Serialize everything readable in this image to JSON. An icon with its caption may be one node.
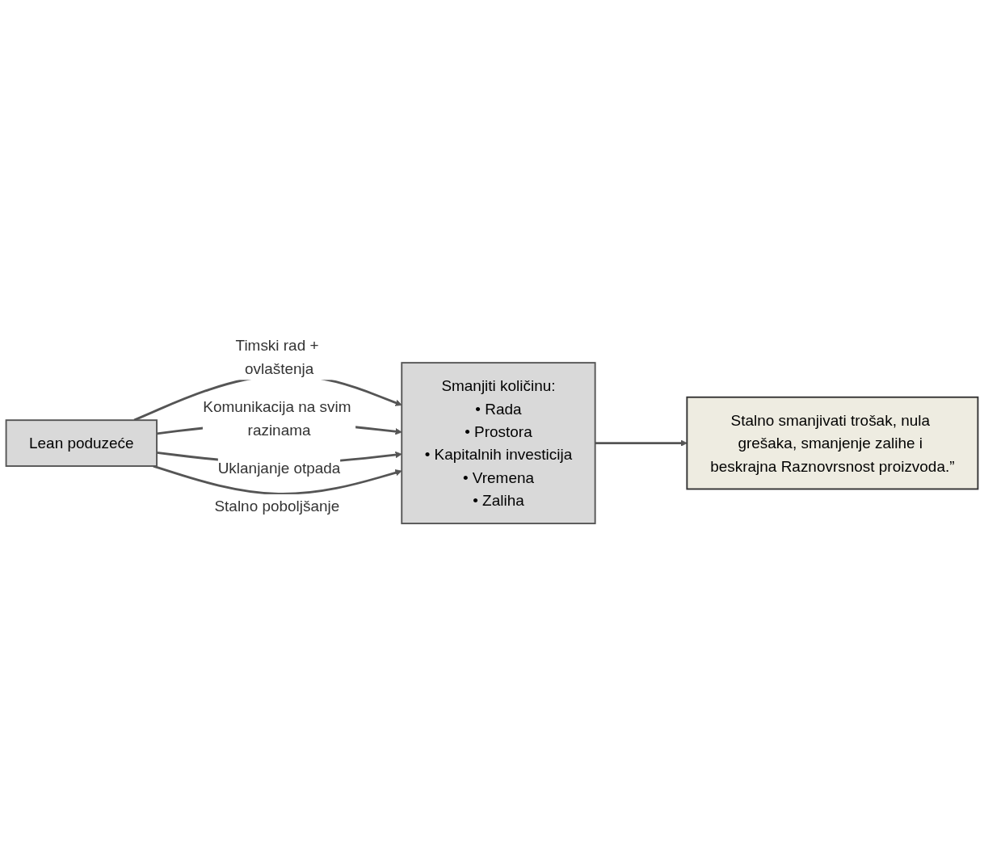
{
  "diagram": {
    "nodes": [
      {
        "text": [
          "Lean poduzeće"
        ]
      },
      {
        "text": [
          "Smanjiti količinu:",
          "• Rada",
          "• Prostora",
          "• Kapitalnih investicija",
          "• Vremena",
          "• Zaliha"
        ]
      },
      {
        "text": [
          "Stalno smanjivati trošak, nula grešaka, smanjenje zalihe i beskrajna Raznovrsnost proizvoda.”"
        ]
      }
    ],
    "edges": [
      {
        "from": 0,
        "to": 1,
        "arrow": "to",
        "label": "Timski rad + ovlaštenja"
      },
      {
        "from": 0,
        "to": 1,
        "arrow": "to",
        "label": "Komunikacija na svim razinama"
      },
      {
        "from": 0,
        "to": 1,
        "arrow": "to",
        "label": "Uklanjanje otpada"
      },
      {
        "from": 0,
        "to": 1,
        "arrow": "to",
        "label": "Stalno poboljšanje"
      },
      {
        "from": 1,
        "to": 2,
        "arrow": "to"
      }
    ]
  }
}
